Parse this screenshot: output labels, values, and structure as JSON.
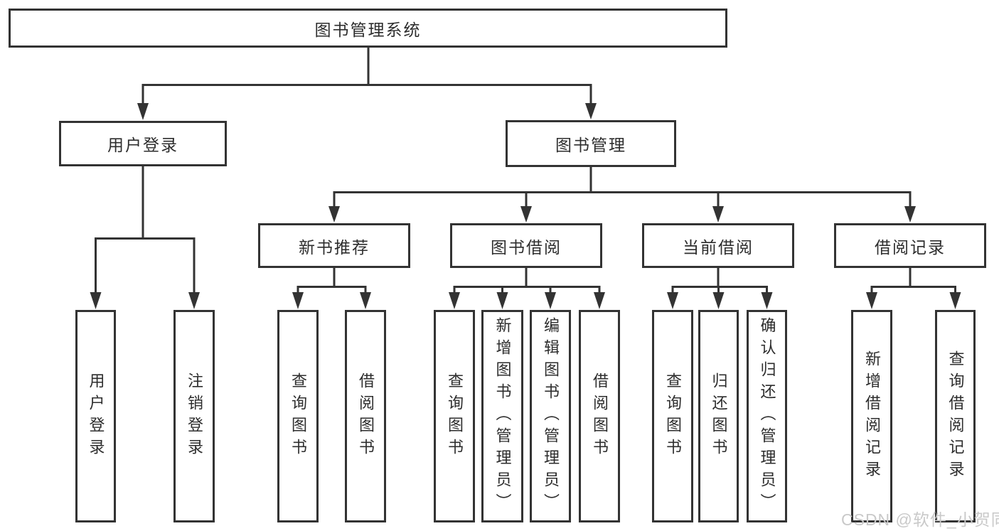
{
  "title": "图书管理系统",
  "watermark": "CSDN @软件_小贺同学",
  "colors": {
    "line": "#333333",
    "box_border": "#333333",
    "box_fill": "#ffffff",
    "text": "#2d2d2d",
    "watermark": "#c9c9c9",
    "background": "#ffffff"
  },
  "tree": {
    "label": "图书管理系统",
    "children": [
      {
        "label": "用户登录",
        "children": [
          {
            "label": "用户登录"
          },
          {
            "label": "注销登录"
          }
        ]
      },
      {
        "label": "图书管理",
        "children": [
          {
            "label": "新书推荐",
            "children": [
              {
                "label": "查询图书"
              },
              {
                "label": "借阅图书"
              }
            ]
          },
          {
            "label": "图书借阅",
            "children": [
              {
                "label": "查询图书"
              },
              {
                "label": "新增图书（管理员）"
              },
              {
                "label": "编辑图书（管理员）"
              },
              {
                "label": "借阅图书"
              }
            ]
          },
          {
            "label": "当前借阅",
            "children": [
              {
                "label": "查询图书"
              },
              {
                "label": "归还图书"
              },
              {
                "label": "确认归还（管理员）"
              }
            ]
          },
          {
            "label": "借阅记录",
            "children": [
              {
                "label": "新增借阅记录"
              },
              {
                "label": "查询借阅记录"
              }
            ]
          }
        ]
      }
    ]
  }
}
